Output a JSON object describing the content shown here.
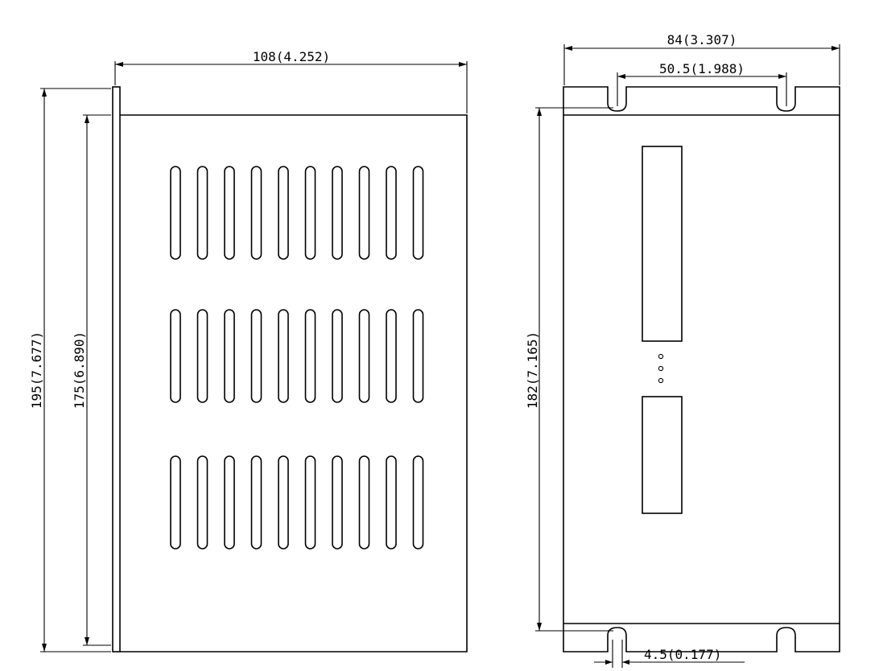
{
  "side_view": {
    "width_label": "108(4.252)",
    "height_outer_label": "195(7.677)",
    "height_inner_label": "175(6.890)",
    "vent_slot_rows": 3,
    "vent_slots_per_row": 10
  },
  "front_view": {
    "width_label": "84(3.307)",
    "mount_spacing_label": "50.5(1.988)",
    "mount_height_label": "182(7.165)",
    "slot_width_label": "4.5(0.177)",
    "indicator_dots": 3
  },
  "colors": {
    "line": "#000000",
    "background": "#ffffff"
  }
}
